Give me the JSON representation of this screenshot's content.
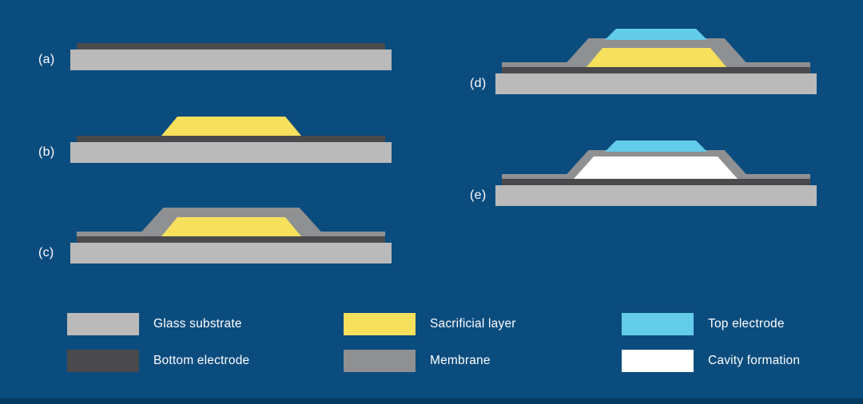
{
  "colors": {
    "background": "#0b4c7e",
    "footer": "#063a5f",
    "glass": "#bababa",
    "bottom_electrode": "#4a4a4c",
    "sacrificial": "#f6e05c",
    "membrane": "#8e9092",
    "top_electrode": "#63cce9",
    "cavity": "#ffffff",
    "text": "#ffffff"
  },
  "panels": [
    {
      "id": "a",
      "label": "(a)"
    },
    {
      "id": "b",
      "label": "(b)"
    },
    {
      "id": "c",
      "label": "(c)"
    },
    {
      "id": "d",
      "label": "(d)"
    },
    {
      "id": "e",
      "label": "(e)"
    }
  ],
  "legend": {
    "items": [
      {
        "label": "Glass substrate",
        "color_key": "glass"
      },
      {
        "label": "Bottom electrode",
        "color_key": "bottom_electrode"
      },
      {
        "label": "Sacrificial layer",
        "color_key": "sacrificial"
      },
      {
        "label": "Membrane",
        "color_key": "membrane"
      },
      {
        "label": "Top electrode",
        "color_key": "top_electrode"
      },
      {
        "label": "Cavity formation",
        "color_key": "cavity"
      }
    ]
  }
}
